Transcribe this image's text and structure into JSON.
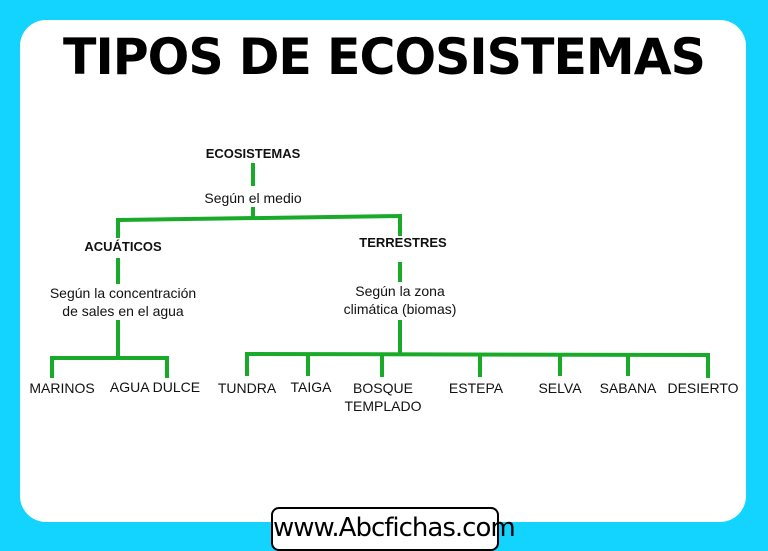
{
  "title": "TIPOS DE ECOSISTEMAS",
  "diagram": {
    "root": "ECOSISTEMAS",
    "root_criterion": "Según el medio",
    "branches": [
      {
        "label": "ACUÁTICOS",
        "criterion": [
          "Según la concentración",
          "de sales en el agua"
        ],
        "children": [
          "MARINOS",
          "AGUA DULCE"
        ]
      },
      {
        "label": "TERRESTRES",
        "criterion": [
          "Según la zona",
          "climática (biomas)"
        ],
        "children": [
          "TUNDRA",
          "TAIGA",
          "BOSQUE TEMPLADO",
          "ESTEPA",
          "SELVA",
          "SABANA",
          "DESIERTO"
        ]
      }
    ]
  },
  "bosque_lines": [
    "BOSQUE",
    "TEMPLADO"
  ],
  "footer": "www.Abcfichas.com",
  "colors": {
    "background": "#12d4ff",
    "lines": "#1aaa2a"
  }
}
